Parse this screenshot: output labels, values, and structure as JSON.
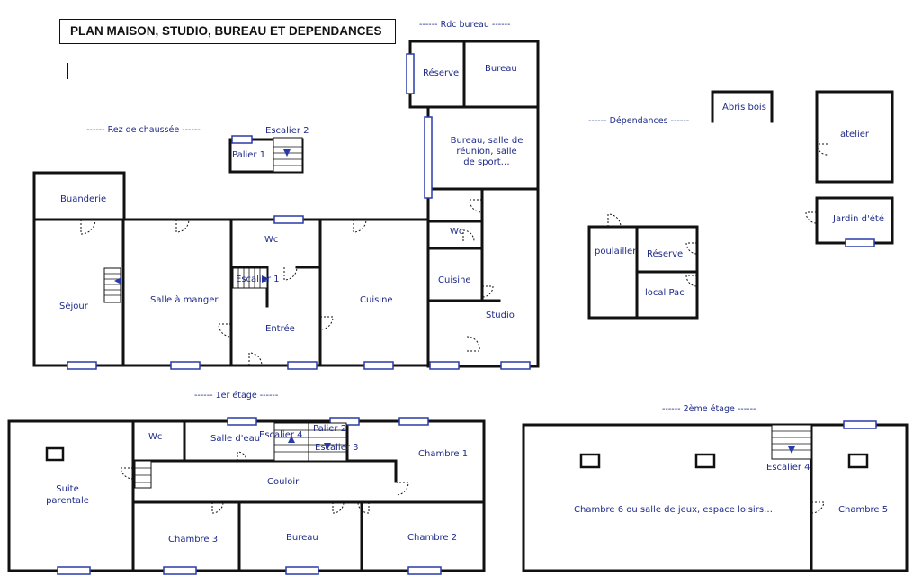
{
  "title": "PLAN MAISON, STUDIO, BUREAU ET DEPENDANCES",
  "sections": {
    "rdc_bureau": "------ Rdc bureau ------",
    "rez": "------ Rez de chaussée ------",
    "dependances": "------ Dépendances ------",
    "etage1": "------ 1er étage ------",
    "etage2": "------ 2ème étage ------"
  },
  "rooms": {
    "reserve_bureau": "Réserve",
    "bureau_rdc": "Bureau",
    "bureau_multi": "Bureau, salle de réunion, salle de sport…",
    "palier1": "Palier 1",
    "escalier2": "Escalier 2",
    "buanderie": "Buanderie",
    "sejour": "Séjour",
    "salle_a_manger": "Salle à manger",
    "wc_rdc": "Wc",
    "escalier1": "Escalier 1",
    "entree": "Entrée",
    "cuisine": "Cuisine",
    "wc_studio": "Wc",
    "cuisine_studio": "Cuisine",
    "studio": "Studio",
    "abris_bois": "Abris bois",
    "atelier": "atelier",
    "jardin_ete": "Jardin d'été",
    "poulailler": "poulailler",
    "reserve_dep": "Réserve",
    "local_pac": "local Pac",
    "suite": "Suite parentale",
    "wc_1er": "Wc",
    "salle_eau": "Salle d'eau",
    "escalier4": "Escalier 4",
    "palier2": "Palier 2",
    "escalier3": "Escalier 3",
    "chambre1": "Chambre 1",
    "couloir": "Couloir",
    "chambre3": "Chambre 3",
    "bureau_1er": "Bureau",
    "chambre2": "Chambre 2",
    "chambre6": "Chambre 6 ou salle de jeux, espace loisirs…",
    "escalier_2e": "Escalier 4",
    "chambre5": "Chambre 5"
  },
  "colors": {
    "wall": "#111111",
    "text": "#1e2a88",
    "window": "#2a3aa8"
  }
}
